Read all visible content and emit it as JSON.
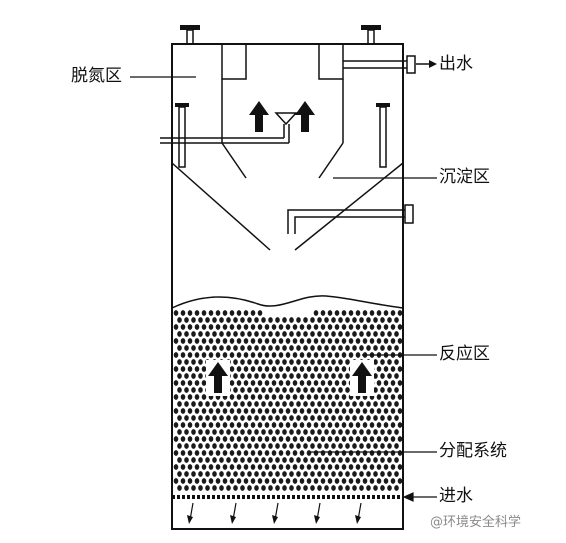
{
  "labels": {
    "denitrification_zone": "脱氮区",
    "outlet_water": "出水",
    "settling_zone": "沉淀区",
    "reaction_zone": "反应区",
    "distribution_system": "分配系统",
    "inlet_water": "进水"
  },
  "watermark": "@环境安全科学",
  "colors": {
    "line": "#111111",
    "granule": "#1a1a1a",
    "background": "#ffffff"
  },
  "icons": [
    "up-arrow-icon",
    "down-arrow-icon",
    "valve-icon",
    "funnel-icon"
  ]
}
